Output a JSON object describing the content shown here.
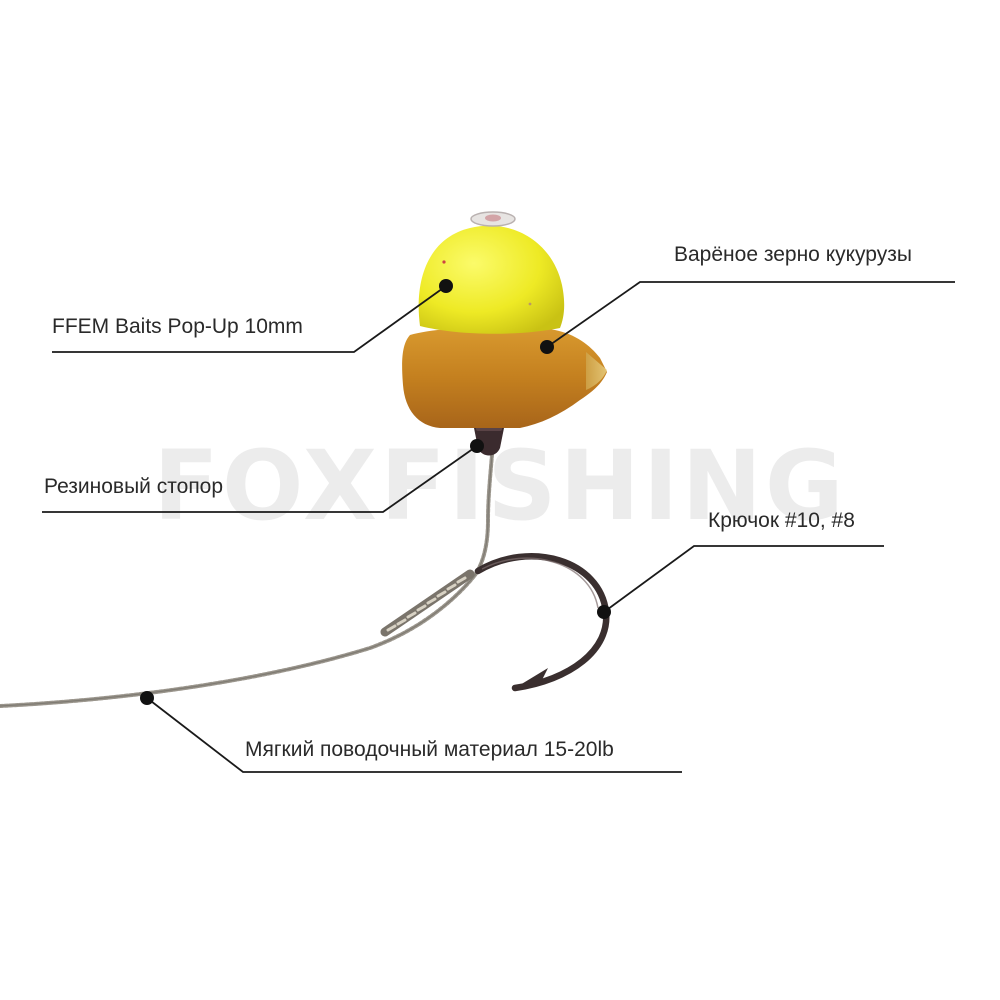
{
  "watermark": "FOXFISHING",
  "labels": {
    "popup": "FFEM Baits Pop-Up 10mm",
    "corn": "Варёное зерно кукурузы",
    "stopper": "Резиновый стопор",
    "hook": "Крючок #10, #8",
    "line": "Мягкий поводочный материал 15-20lb"
  },
  "colors": {
    "popup_yellow": "#f2ef2c",
    "corn_orange": "#c9801e",
    "hook_dark": "#3a2f2f",
    "leader_gray": "#9a958c",
    "callout_line": "#1a1a1a"
  },
  "icons": [
    "bait-needle-icon"
  ]
}
